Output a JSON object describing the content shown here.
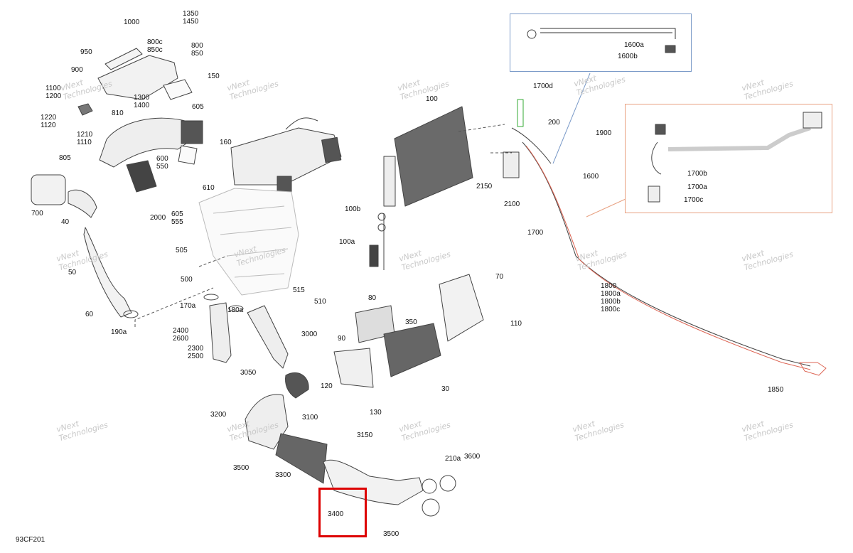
{
  "diagram": {
    "doc_id": "93CF201",
    "highlight_color": "#d00000",
    "inset_colors": {
      "top": "#7a9ac8",
      "right": "#e8a080"
    },
    "watermark": "vNext\nTechnologies",
    "labels": {
      "l1000": "1000",
      "l1350": "1350\n1450",
      "l950": "950",
      "l900": "900",
      "l800c": "800c\n850c",
      "l800": "800\n850",
      "l150": "150",
      "l1100": "1100\n1200",
      "l1300": "1300\n1400",
      "l605a": "605",
      "l810": "810",
      "l1220": "1220\n1120",
      "l1210": "1210\n1110",
      "l160": "160",
      "l805": "805",
      "l600": "600\n550",
      "l610": "610",
      "l700": "700",
      "l40": "40",
      "l605b": "605\n555",
      "l2000": "2000",
      "l50": "50",
      "l505": "505",
      "l500": "500",
      "l60": "60",
      "l190a": "190a",
      "l170a": "170a",
      "l180a": "180a",
      "l515": "515",
      "l510": "510",
      "l2400": "2400\n2600",
      "l2300": "2300\n2500",
      "l3000": "3000",
      "l3050": "3050",
      "l3100": "3100",
      "l3200": "3200",
      "l3500a": "3500",
      "l3300": "3300",
      "l3150": "3150",
      "l3400": "3400",
      "l3500b": "3500",
      "l210a": "210a",
      "l3600": "3600",
      "l100": "100",
      "l100b": "100b",
      "l100a": "100a",
      "l80": "80",
      "l350": "350",
      "l90": "90",
      "l120": "120",
      "l130": "130",
      "l30": "30",
      "l70": "70",
      "l110": "110",
      "l1700d": "1700d",
      "l200": "200",
      "l2150": "2150",
      "l2100": "2100",
      "l1900": "1900",
      "l1600": "1600",
      "l1700": "1700",
      "l1800": "1800\n1800a\n1800b\n1800c",
      "l1850": "1850",
      "l1600a": "1600a",
      "l1600b": "1600b",
      "l1700b": "1700b",
      "l1700a": "1700a",
      "l1700c": "1700c"
    }
  }
}
